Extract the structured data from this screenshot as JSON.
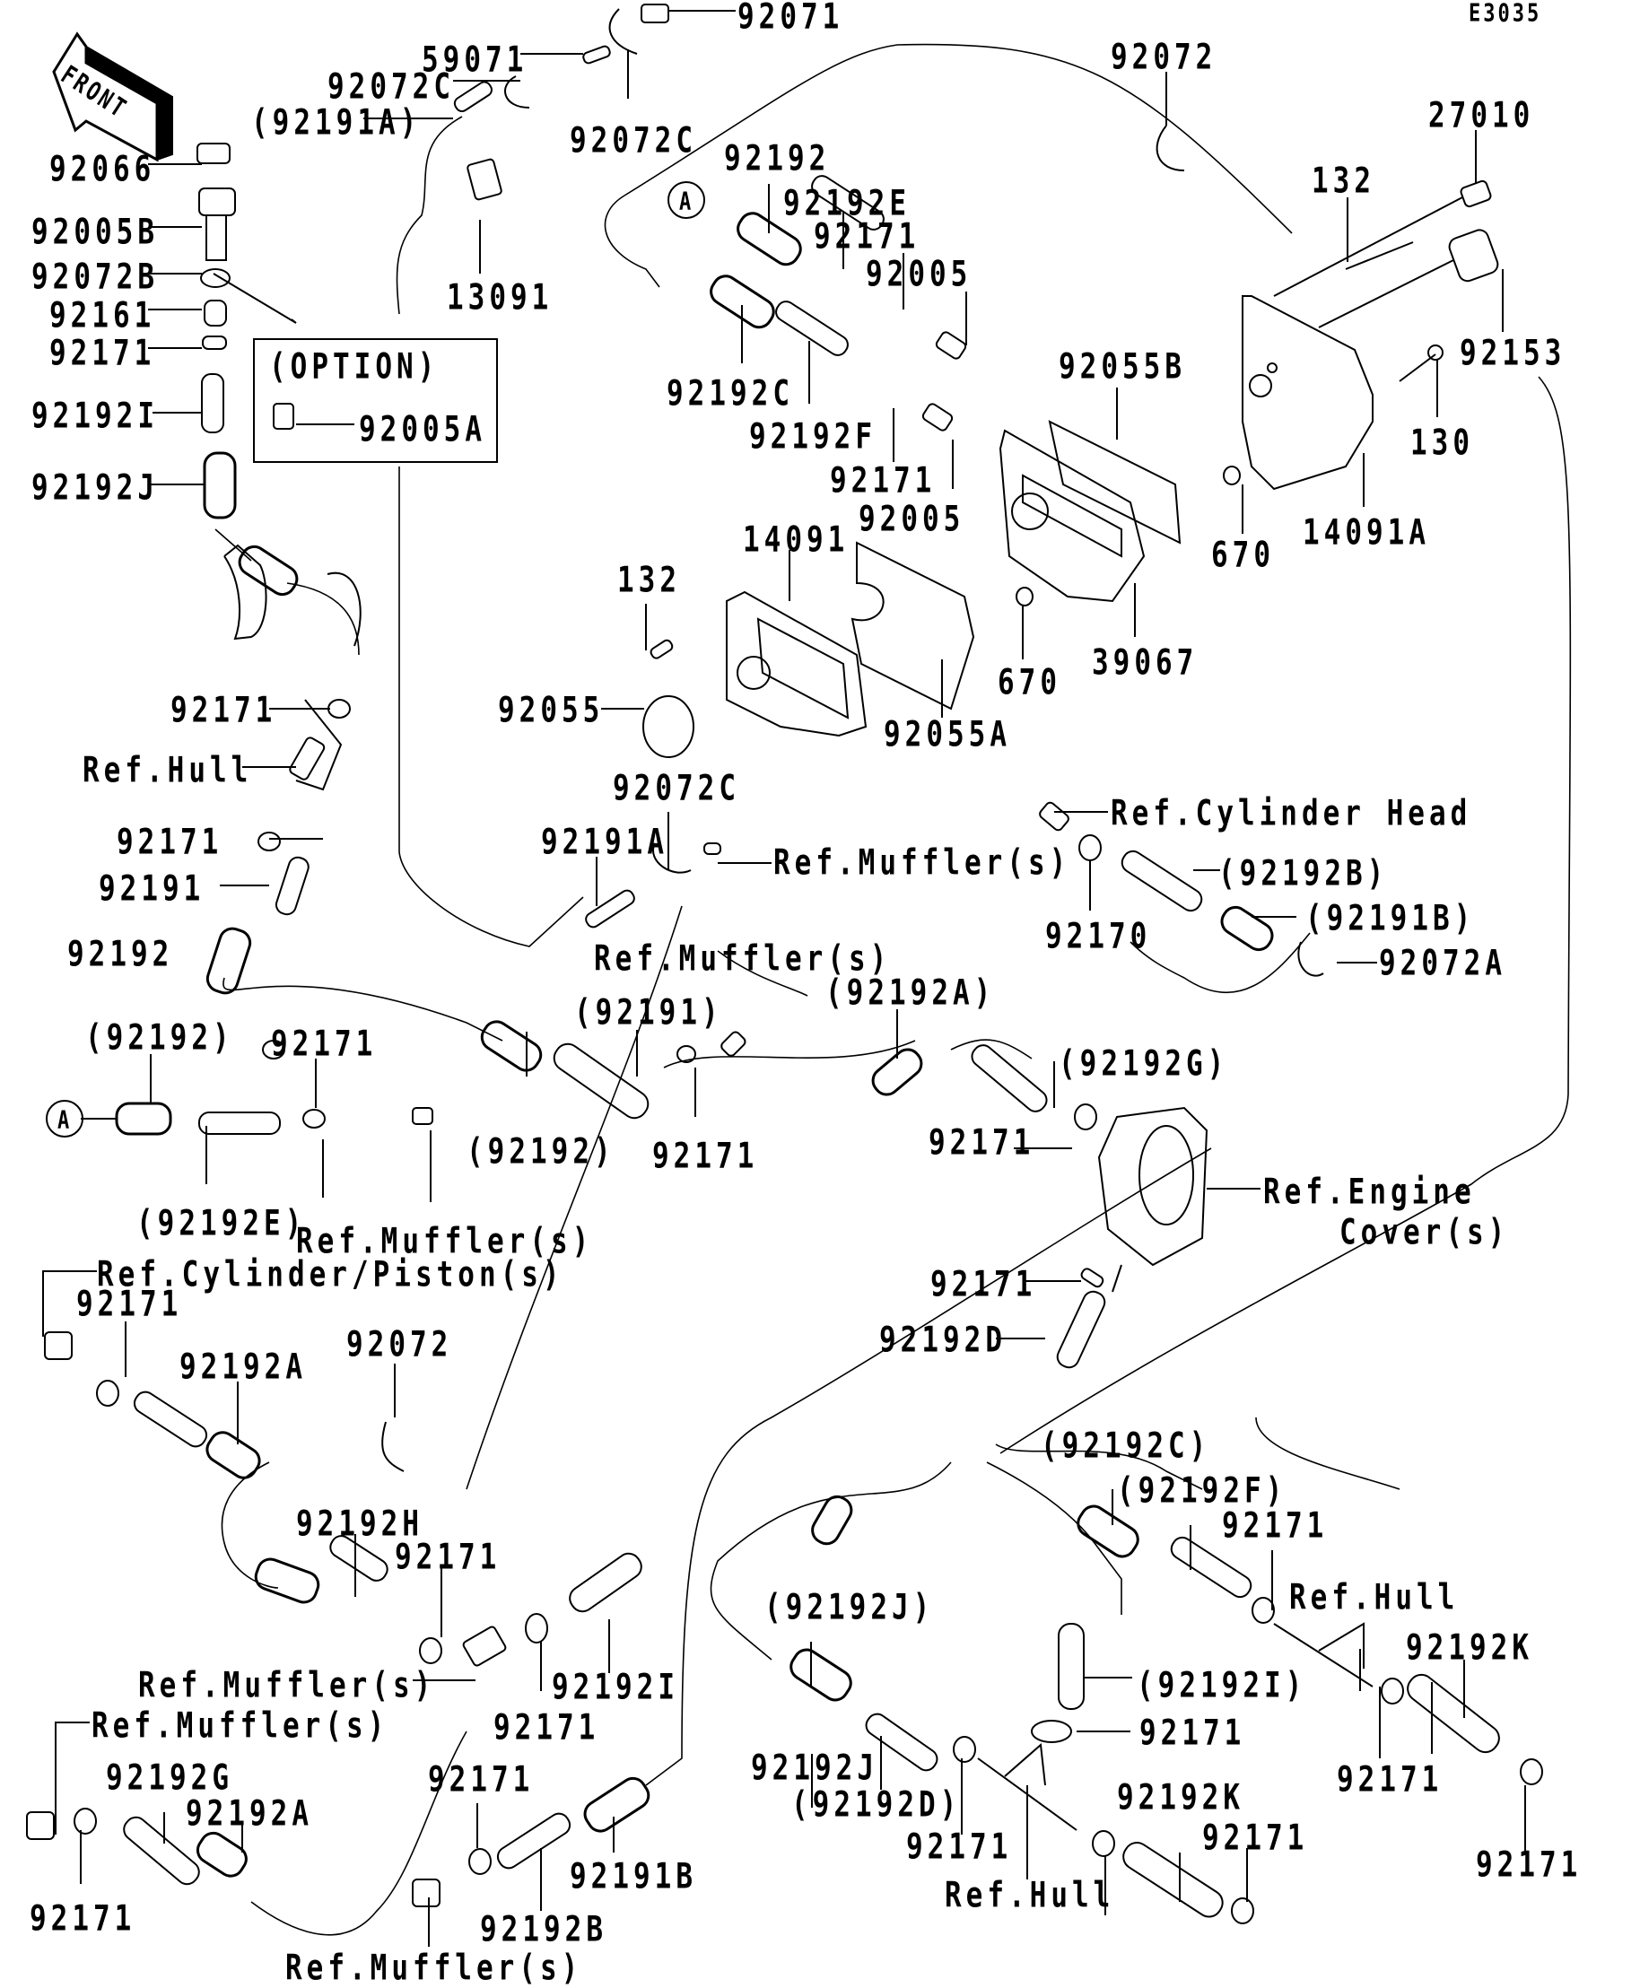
{
  "diagram": {
    "drawing_id": "E3035",
    "front_arrow_label": "FRONT",
    "option_box_label": "(OPTION)",
    "connector_marker": "A",
    "callouts": [
      {
        "id": "c01",
        "text": "92071"
      },
      {
        "id": "c02",
        "text": "59071"
      },
      {
        "id": "c03",
        "text": "92072C"
      },
      {
        "id": "c04",
        "text": "(92191A)"
      },
      {
        "id": "c05",
        "text": "92072C"
      },
      {
        "id": "c06",
        "text": "92072"
      },
      {
        "id": "c07",
        "text": "27010"
      },
      {
        "id": "c08",
        "text": "92066"
      },
      {
        "id": "c09",
        "text": "92005B"
      },
      {
        "id": "c10",
        "text": "92072B"
      },
      {
        "id": "c11",
        "text": "92161"
      },
      {
        "id": "c12",
        "text": "92171"
      },
      {
        "id": "c13",
        "text": "92192I"
      },
      {
        "id": "c14",
        "text": "92192J"
      },
      {
        "id": "c15",
        "text": "13091"
      },
      {
        "id": "c16",
        "text": "92005A"
      },
      {
        "id": "c17",
        "text": "92192"
      },
      {
        "id": "c18",
        "text": "92192E"
      },
      {
        "id": "c19",
        "text": "92171"
      },
      {
        "id": "c20",
        "text": "92005"
      },
      {
        "id": "c21",
        "text": "132"
      },
      {
        "id": "c22",
        "text": "92153"
      },
      {
        "id": "c23",
        "text": "92192C"
      },
      {
        "id": "c24",
        "text": "92192F"
      },
      {
        "id": "c25",
        "text": "92055B"
      },
      {
        "id": "c26",
        "text": "130"
      },
      {
        "id": "c27",
        "text": "92171"
      },
      {
        "id": "c28",
        "text": "92005"
      },
      {
        "id": "c29",
        "text": "670"
      },
      {
        "id": "c30",
        "text": "14091A"
      },
      {
        "id": "c31",
        "text": "14091"
      },
      {
        "id": "c32",
        "text": "132"
      },
      {
        "id": "c33",
        "text": "670"
      },
      {
        "id": "c34",
        "text": "39067"
      },
      {
        "id": "c35",
        "text": "92171"
      },
      {
        "id": "c36",
        "text": "92055"
      },
      {
        "id": "c37",
        "text": "92055A"
      },
      {
        "id": "c38",
        "text": "Ref.Hull"
      },
      {
        "id": "c39",
        "text": "92072C"
      },
      {
        "id": "c40",
        "text": "Ref.Cylinder Head"
      },
      {
        "id": "c41",
        "text": "92171"
      },
      {
        "id": "c42",
        "text": "92191A"
      },
      {
        "id": "c43",
        "text": "Ref.Muffler(s)"
      },
      {
        "id": "c44",
        "text": "(92192B)"
      },
      {
        "id": "c45",
        "text": "92191"
      },
      {
        "id": "c46",
        "text": "92170"
      },
      {
        "id": "c47",
        "text": "(92191B)"
      },
      {
        "id": "c48",
        "text": "92192"
      },
      {
        "id": "c49",
        "text": "Ref.Muffler(s)"
      },
      {
        "id": "c50",
        "text": "92072A"
      },
      {
        "id": "c51",
        "text": "(92191)"
      },
      {
        "id": "c52",
        "text": "(92192A)"
      },
      {
        "id": "c53",
        "text": "(92192)"
      },
      {
        "id": "c54",
        "text": "92171"
      },
      {
        "id": "c55",
        "text": "(92192G)"
      },
      {
        "id": "c56",
        "text": "(92192)"
      },
      {
        "id": "c57",
        "text": "92171"
      },
      {
        "id": "c58",
        "text": "92171"
      },
      {
        "id": "c59",
        "text": "Ref.Engine"
      },
      {
        "id": "c60",
        "text": "Cover(s)"
      },
      {
        "id": "c61",
        "text": "(92192E)"
      },
      {
        "id": "c62",
        "text": "Ref.Muffler(s)"
      },
      {
        "id": "c63",
        "text": "Ref.Cylinder/Piston(s)"
      },
      {
        "id": "c64",
        "text": "92171"
      },
      {
        "id": "c65",
        "text": "92171"
      },
      {
        "id": "c66",
        "text": "92192D"
      },
      {
        "id": "c67",
        "text": "92192A"
      },
      {
        "id": "c68",
        "text": "92072"
      },
      {
        "id": "c69",
        "text": "(92192C)"
      },
      {
        "id": "c70",
        "text": "(92192F)"
      },
      {
        "id": "c71",
        "text": "92192H"
      },
      {
        "id": "c72",
        "text": "92171"
      },
      {
        "id": "c73",
        "text": "92171"
      },
      {
        "id": "c74",
        "text": "Ref.Hull"
      },
      {
        "id": "c75",
        "text": "(92192J)"
      },
      {
        "id": "c76",
        "text": "92192K"
      },
      {
        "id": "c77",
        "text": "Ref.Muffler(s)"
      },
      {
        "id": "c78",
        "text": "92192I"
      },
      {
        "id": "c79",
        "text": "(92192I)"
      },
      {
        "id": "c80",
        "text": "Ref.Muffler(s)"
      },
      {
        "id": "c81",
        "text": "92171"
      },
      {
        "id": "c82",
        "text": "92171"
      },
      {
        "id": "c83",
        "text": "92171"
      },
      {
        "id": "c84",
        "text": "92192G"
      },
      {
        "id": "c85",
        "text": "92192J"
      },
      {
        "id": "c86",
        "text": "92192A"
      },
      {
        "id": "c87",
        "text": "(92192D)"
      },
      {
        "id": "c88",
        "text": "92192K"
      },
      {
        "id": "c89",
        "text": "92171"
      },
      {
        "id": "c90",
        "text": "92191B"
      },
      {
        "id": "c91",
        "text": "92171"
      },
      {
        "id": "c92",
        "text": "92171"
      },
      {
        "id": "c93",
        "text": "Ref.Hull"
      },
      {
        "id": "c94",
        "text": "92192B"
      },
      {
        "id": "c95",
        "text": "92171"
      },
      {
        "id": "c96",
        "text": "92171"
      },
      {
        "id": "c97",
        "text": "Ref.Muffler(s)"
      }
    ]
  }
}
